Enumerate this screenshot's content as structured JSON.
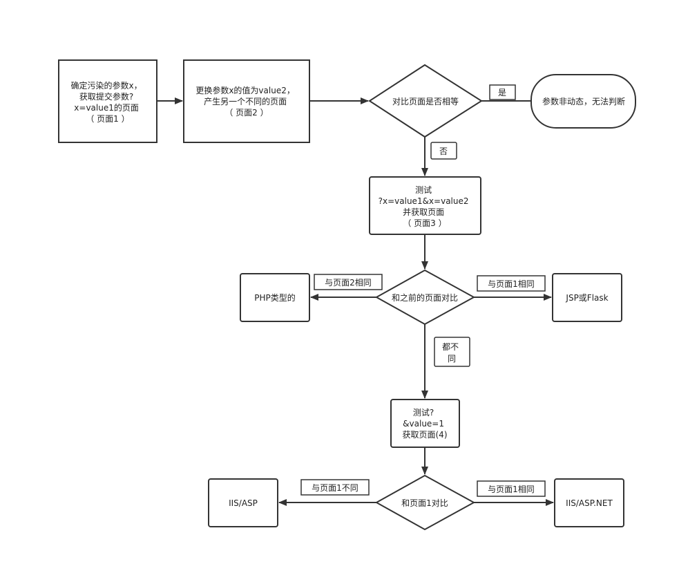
{
  "nodes": {
    "page1": {
      "lines": [
        "确定污染的参数x，",
        "获取提交参数?",
        "x=value1的页面",
        "（ 页面1 ）"
      ]
    },
    "page2": {
      "lines": [
        "更换参数x的值为value2，",
        "产生另一个不同的页面",
        "（ 页面2 ）"
      ]
    },
    "compare1": {
      "lines": [
        "对比页面是否相等"
      ]
    },
    "not_dynamic": {
      "lines": [
        "参数非动态，无法判断"
      ]
    },
    "test3": {
      "lines": [
        "测试",
        "?x=value1&x=value2",
        "并获取页面",
        "（ 页面3 ）"
      ]
    },
    "compare_prev": {
      "lines": [
        "和之前的页面对比"
      ]
    },
    "php": {
      "lines": [
        "PHP类型的"
      ]
    },
    "jsp": {
      "lines": [
        "JSP或Flask"
      ]
    },
    "test4": {
      "lines": [
        "测试?",
        "&value=1",
        "获取页面(4)"
      ]
    },
    "compare_page1": {
      "lines": [
        "和页面1对比"
      ]
    },
    "iis_asp": {
      "lines": [
        "IIS/ASP"
      ]
    },
    "iis_aspnet": {
      "lines": [
        "IIS/ASP.NET"
      ]
    }
  },
  "edge_labels": {
    "yes": [
      "是"
    ],
    "no": [
      "否"
    ],
    "same_as_page2": [
      "与页面2相同"
    ],
    "same_as_page1_a": [
      "与页面1相同"
    ],
    "all_different": [
      "都不",
      "同"
    ],
    "diff_page1": [
      "与页面1不同"
    ],
    "same_as_page1_b": [
      "与页面1相同"
    ]
  }
}
